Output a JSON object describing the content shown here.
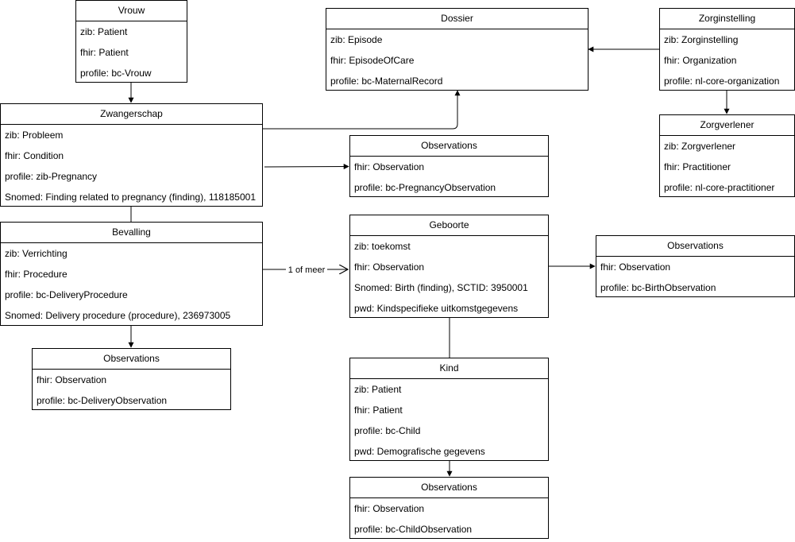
{
  "nodes": {
    "vrouw": {
      "title": "Vrouw",
      "rows": [
        "zib: Patient",
        "fhir: Patient",
        "profile: bc-Vrouw"
      ]
    },
    "dossier": {
      "title": "Dossier",
      "rows": [
        "zib: Episode",
        "fhir: EpisodeOfCare",
        "profile: bc-MaternalRecord"
      ]
    },
    "zorginstelling": {
      "title": "Zorginstelling",
      "rows": [
        "zib: Zorginstelling",
        "fhir: Organization",
        "profile: nl-core-organization"
      ]
    },
    "zwangerschap": {
      "title": "Zwangerschap",
      "rows": [
        "zib: Probleem",
        "fhir: Condition",
        "profile: zib-Pregnancy",
        "Snomed: Finding related to pregnancy (finding), 118185001"
      ]
    },
    "zorgverlener": {
      "title": "Zorgverlener",
      "rows": [
        "zib: Zorgverlener",
        "fhir: Practitioner",
        "profile: nl-core-practitioner"
      ]
    },
    "obs_pregnancy": {
      "title": "Observations",
      "rows": [
        "fhir: Observation",
        "profile: bc-PregnancyObservation"
      ]
    },
    "bevalling": {
      "title": "Bevalling",
      "rows": [
        "zib: Verrichting",
        "fhir: Procedure",
        "profile: bc-DeliveryProcedure",
        "Snomed: Delivery procedure (procedure), 236973005"
      ]
    },
    "geboorte": {
      "title": "Geboorte",
      "rows": [
        "zib: toekomst",
        "fhir: Observation",
        "Snomed: Birth (finding), SCTID: 3950001",
        "pwd: Kindspecifieke uitkomstgegevens"
      ]
    },
    "obs_birth": {
      "title": "Observations",
      "rows": [
        "fhir: Observation",
        "profile: bc-BirthObservation"
      ]
    },
    "obs_delivery": {
      "title": "Observations",
      "rows": [
        "fhir: Observation",
        "profile: bc-DeliveryObservation"
      ]
    },
    "kind": {
      "title": "Kind",
      "rows": [
        "zib: Patient",
        "fhir: Patient",
        "profile: bc-Child",
        "pwd: Demografische gegevens"
      ]
    },
    "obs_child": {
      "title": "Observations",
      "rows": [
        "fhir: Observation",
        "profile: bc-ChildObservation"
      ]
    }
  },
  "edge_labels": {
    "bevalling_geboorte": "1 of meer"
  },
  "colors": {
    "stroke": "#000000",
    "fill": "#ffffff",
    "text": "#000000"
  }
}
